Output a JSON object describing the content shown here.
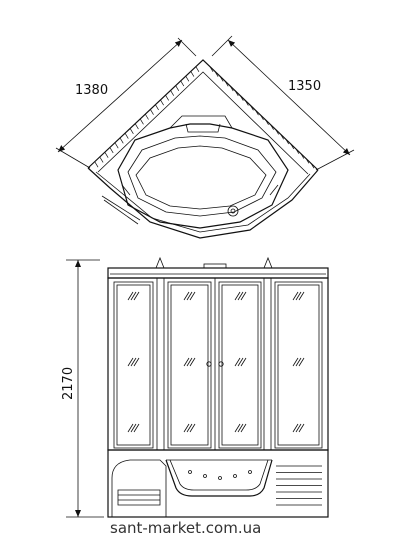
{
  "dimensions": {
    "width_left": "1380",
    "width_right": "1350",
    "height": "2170"
  },
  "watermark": "sant-market.com.ua"
}
